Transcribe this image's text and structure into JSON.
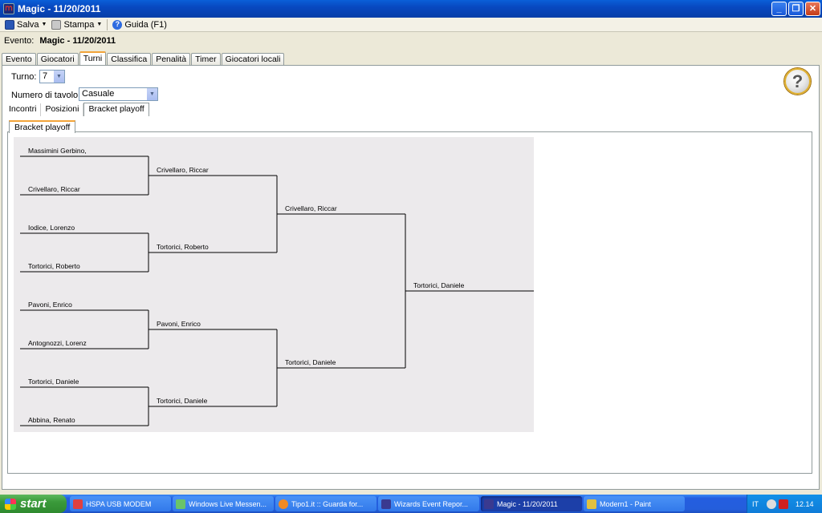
{
  "window": {
    "title": "Magic - 11/20/2011",
    "min": "_",
    "max": "❐",
    "close": "✕"
  },
  "toolbar": {
    "save": "Salva",
    "print": "Stampa",
    "help": "Guida (F1)"
  },
  "event": {
    "label": "Evento:",
    "name": "Magic - 11/20/2011"
  },
  "tabs": [
    "Evento",
    "Giocatori",
    "Turni",
    "Classifica",
    "Penalità",
    "Timer",
    "Giocatori locali"
  ],
  "active_tab": "Turni",
  "turno": {
    "label": "Turno:",
    "value": "7"
  },
  "tavolo": {
    "label": "Numero di tavolo per:",
    "value": "Casuale"
  },
  "subtabs": [
    "Incontri",
    "Posizioni",
    "Bracket playoff"
  ],
  "active_subtab": "Bracket playoff",
  "inner_tab": "Bracket playoff",
  "bracket": {
    "round1": [
      "Massimini Gerbino,",
      "Crivellaro, Riccar",
      "Iodice, Lorenzo",
      "Tortorici, Roberto",
      "Pavoni, Enrico",
      "Antognozzi, Lorenz",
      "Tortorici, Daniele",
      "Abbina, Renato"
    ],
    "round2": [
      "Crivellaro, Riccar",
      "Tortorici, Roberto",
      "Pavoni, Enrico",
      "Tortorici, Daniele"
    ],
    "round3": [
      "Crivellaro, Riccar",
      "Tortorici, Daniele"
    ],
    "winner": "Tortorici, Daniele"
  },
  "taskbar": {
    "start": "start",
    "items": [
      "HSPA USB MODEM",
      "Windows Live Messen...",
      "Tipo1.it :: Guarda for...",
      "Wizards Event Repor...",
      "Magic - 11/20/2011",
      "Modern1 - Paint"
    ],
    "active_item": "Magic - 11/20/2011",
    "lang": "IT",
    "clock": "12.14"
  }
}
